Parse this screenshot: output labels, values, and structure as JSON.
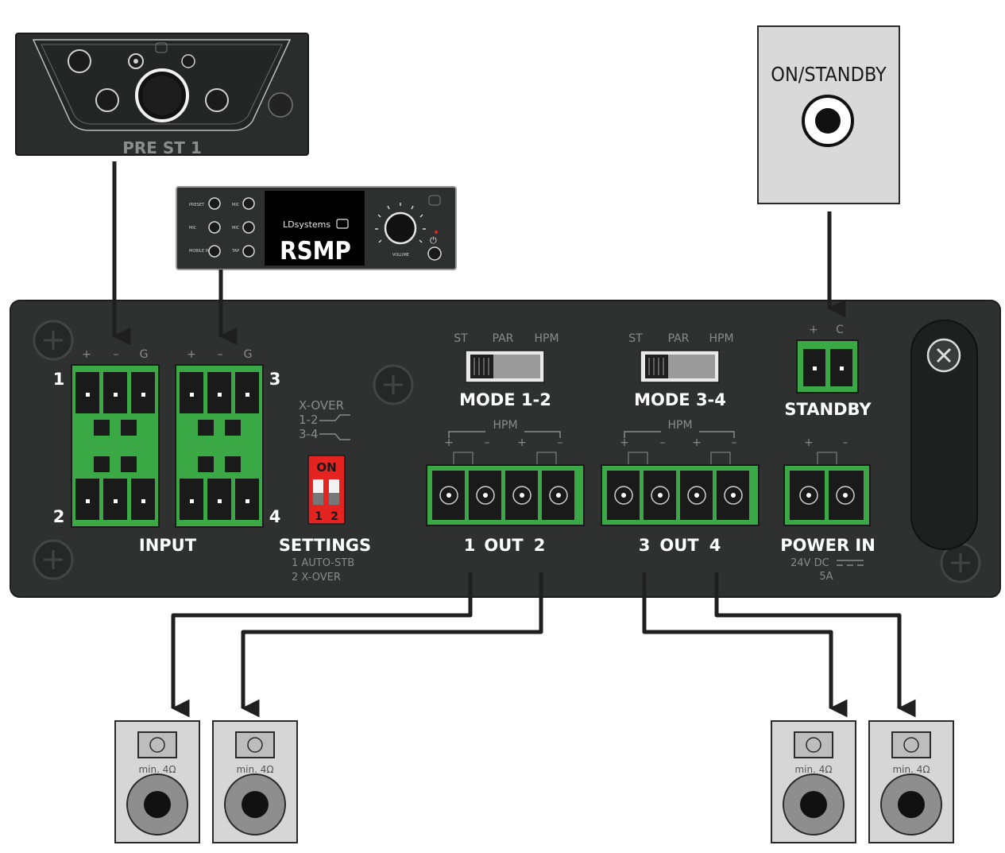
{
  "colors": {
    "panel": "#2f3131",
    "connector": "#39a845",
    "dip_switch": "#e52421",
    "speaker_box": "#d6d6d6",
    "standby_box": "#d9d9d9",
    "wire": "#1f1f1f"
  },
  "remotes": {
    "pre_st1": {
      "name": "PRE ST 1"
    },
    "rsmp": {
      "brand": "LDsystems",
      "name": "RSMP",
      "left_labels": [
        "PRESET",
        "MIC",
        "MOBILE PAGE"
      ],
      "mid_labels": [
        "MIC",
        "MIC",
        "TAP"
      ],
      "volume_label": "VOLUME"
    },
    "standby_switch": {
      "label": "ON/STANDBY"
    }
  },
  "panel": {
    "input": {
      "label": "INPUT",
      "pins_left": [
        "+",
        "–",
        "G"
      ],
      "pins_right": [
        "+",
        "–",
        "G"
      ],
      "channels": [
        "1",
        "2",
        "3",
        "4"
      ]
    },
    "xover": {
      "title": "X-OVER",
      "line1": "1-2",
      "line2": "3-4"
    },
    "settings": {
      "label": "SETTINGS",
      "dip_on": "ON",
      "dip_nums": [
        "1",
        "2"
      ],
      "note1": "1 AUTO-STB",
      "note2": "2 X-OVER"
    },
    "modes": [
      {
        "label": "MODE 1-2",
        "options": [
          "ST",
          "PAR",
          "HPM"
        ],
        "hpm": "HPM",
        "pins": [
          "+",
          "–",
          "+",
          "–"
        ]
      },
      {
        "label": "MODE 3-4",
        "options": [
          "ST",
          "PAR",
          "HPM"
        ],
        "hpm": "HPM",
        "pins": [
          "+",
          "–",
          "+",
          "–"
        ]
      }
    ],
    "outputs": [
      {
        "a": "1",
        "out": "OUT",
        "b": "2"
      },
      {
        "a": "3",
        "out": "OUT",
        "b": "4"
      }
    ],
    "standby": {
      "label": "STANDBY",
      "pins": [
        "+",
        "C"
      ]
    },
    "power": {
      "label": "POWER IN",
      "pins": [
        "+",
        "–"
      ],
      "spec1": "24V DC",
      "spec2": "5A"
    }
  },
  "speakers": [
    {
      "impedance": "min. 4Ω"
    },
    {
      "impedance": "min. 4Ω"
    },
    {
      "impedance": "min. 4Ω"
    },
    {
      "impedance": "min. 4Ω"
    }
  ]
}
